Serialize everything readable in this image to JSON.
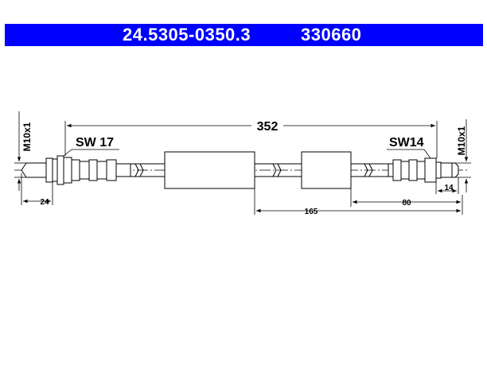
{
  "header": {
    "part_number": "24.5305-0350.3",
    "reference_number": "330660",
    "background_color": "#0000ff",
    "text_color": "#ffffff"
  },
  "drawing": {
    "total_length": "352",
    "left_wrench_size": "SW 17",
    "right_wrench_size": "SW14",
    "left_thread": "M10x1",
    "right_thread": "M10x1",
    "left_thread_length": "24",
    "right_thread_length": "14",
    "sleeve_to_end": "165",
    "right_fitting_to_end": "80"
  }
}
